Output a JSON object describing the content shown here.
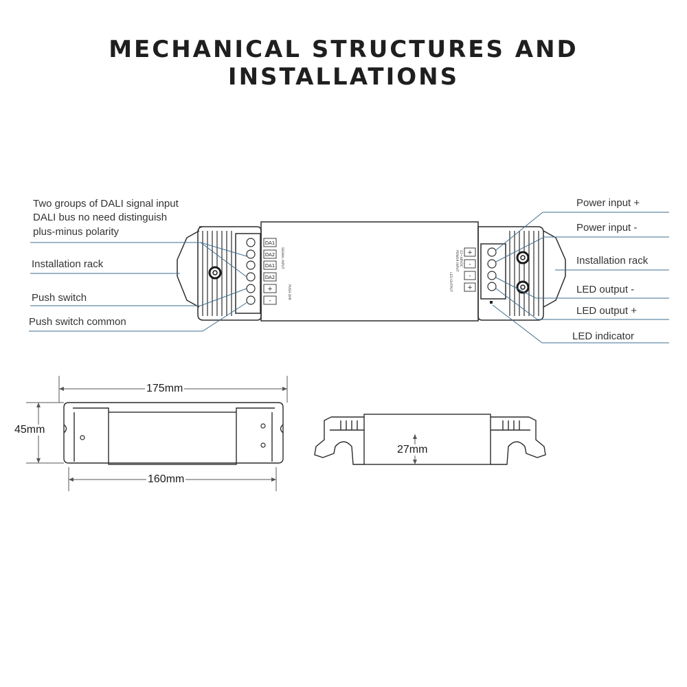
{
  "title": "MECHANICAL STRUCTURES AND INSTALLATIONS",
  "left_labels": {
    "dali_line1": "Two groups of DALI signal input",
    "dali_line2": "DALI bus no need distinguish",
    "dali_line3": "plus-minus polarity",
    "installation_rack": "Installation rack",
    "push_switch": "Push switch",
    "push_switch_common": "Push switch common"
  },
  "right_labels": {
    "power_input_plus": "Power input +",
    "power_input_minus": "Power input -",
    "installation_rack": "Installation rack",
    "led_output_minus": "LED output -",
    "led_output_plus": "LED output +",
    "led_indicator": "LED indicator"
  },
  "device": {
    "terminals_left": [
      "DA1",
      "DA2",
      "DA1",
      "DA2",
      "+",
      "-"
    ],
    "signal_input": "SIGNAL INPUT",
    "push_dim": "PUSH DIM",
    "terminals_right": [
      "+",
      "-",
      "-",
      "+"
    ],
    "power_input": "POWER INPUT",
    "voltage": "12~48VDC",
    "led_output": "LED OUTPUT"
  },
  "dimensions": {
    "length_total": "175mm",
    "height": "45mm",
    "length_body": "160mm",
    "depth": "27mm"
  },
  "colors": {
    "leader_line": "#3b6e8f",
    "outline": "#2a2a2a"
  }
}
